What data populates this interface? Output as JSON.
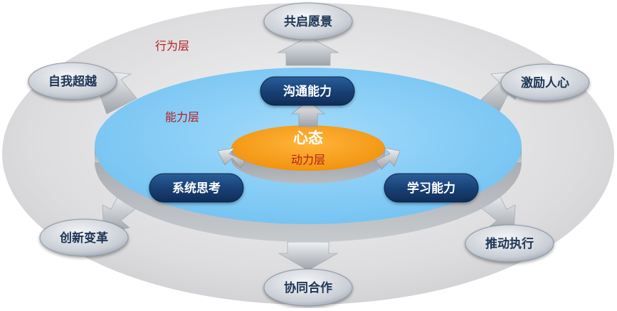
{
  "layers": {
    "outer": "行为层",
    "middle": "能力层",
    "core": "动力层"
  },
  "core_title": "心态",
  "middle_nodes": [
    "沟通能力",
    "系统思考",
    "学习能力"
  ],
  "outer_nodes": [
    "共启愿景",
    "激励人心",
    "推动执行",
    "协同合作",
    "创新变革",
    "自我超越"
  ],
  "colors": {
    "outer_ring": "#d9dadc",
    "middle_disk": "#7ec8f5",
    "middle_disk_edge": "#9fa4aa",
    "core_disk": "#f39a14",
    "pill_fill": "#173f73",
    "label_red": "#b21f1f"
  }
}
